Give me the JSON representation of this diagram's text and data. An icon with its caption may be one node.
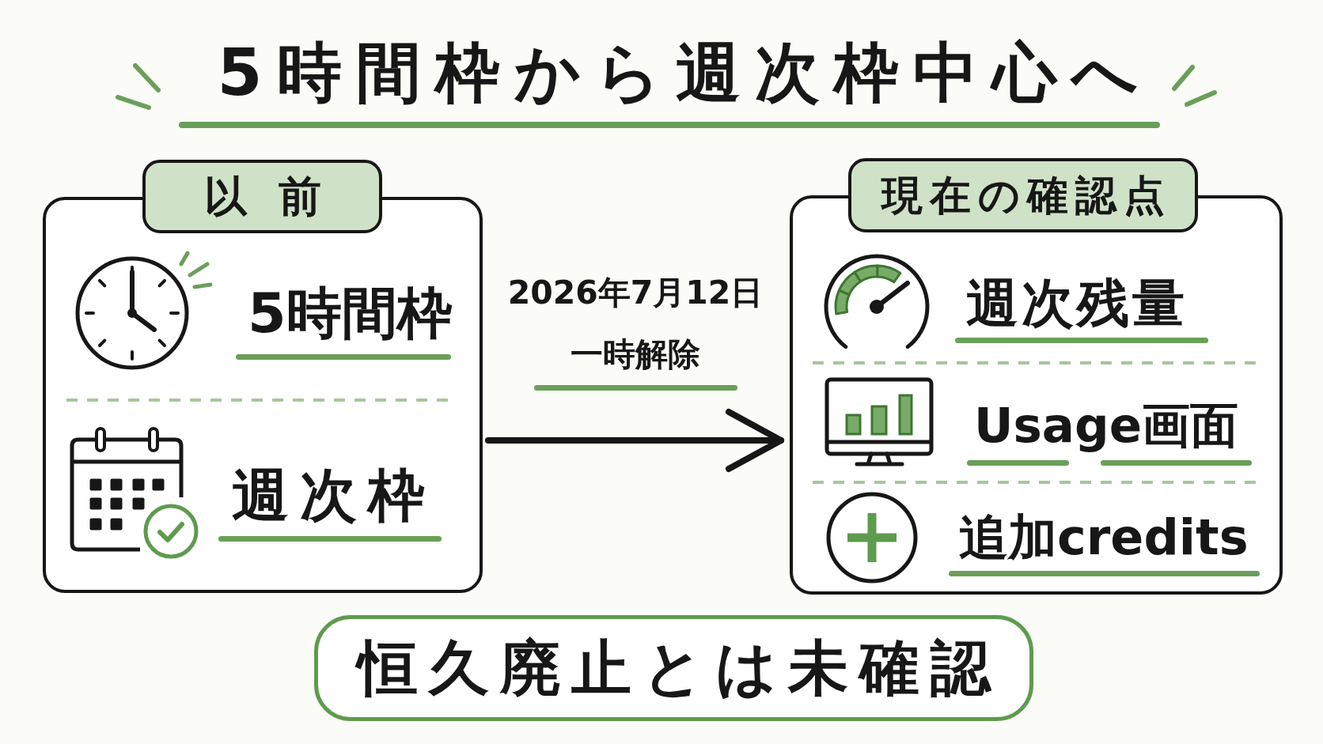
{
  "diagram": {
    "title": "5時間枠から週次枠中心へ",
    "nodes": [
      {
        "text": [
          "以前",
          "5時間枠",
          "週次枠"
        ]
      },
      {
        "text": [
          "現在の確認点",
          "週次残量",
          "Usage画面",
          "追加credits"
        ]
      },
      {
        "text": [
          "恒久廃止とは未確認"
        ]
      }
    ],
    "edges": [
      {
        "from": 0,
        "to": 1,
        "arrow": "to",
        "label": "2026年7月12日一時解除"
      }
    ]
  }
}
